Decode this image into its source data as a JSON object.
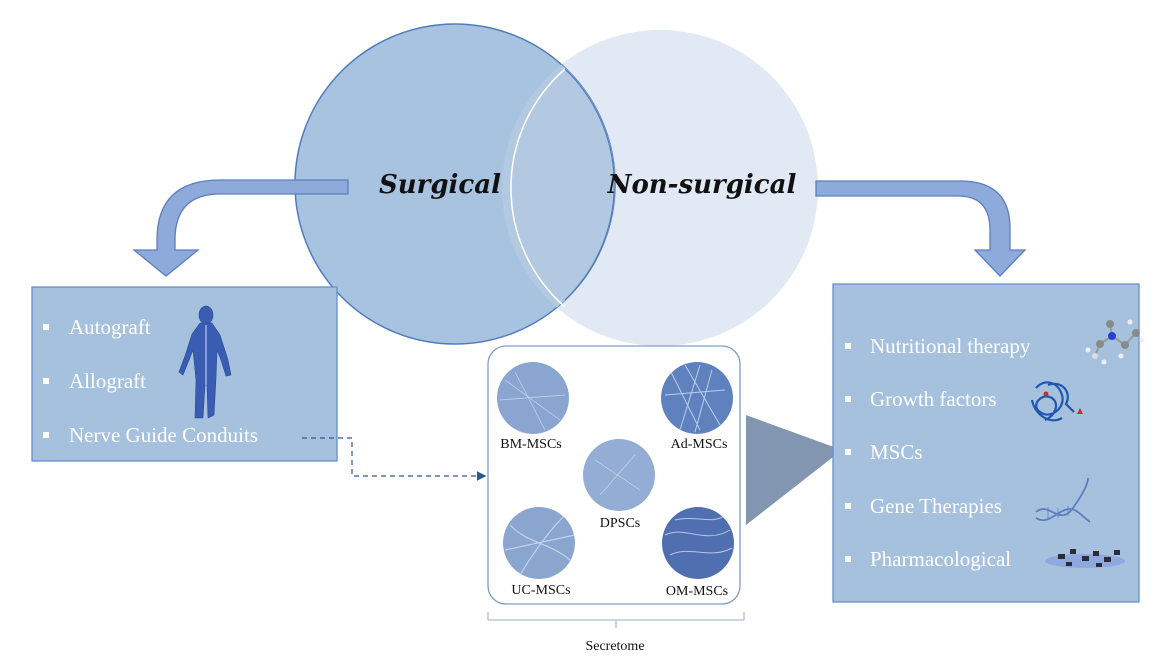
{
  "venn": {
    "left_label": "Surgical",
    "right_label": "Non-surgical"
  },
  "surgical_box": {
    "items": [
      "Autograft",
      "Allograft",
      "Nerve Guide Conduits"
    ],
    "icon": "human-nervous-system-icon"
  },
  "secretome_panel": {
    "cells": [
      {
        "label": "BM-MSCs"
      },
      {
        "label": "Ad-MSCs"
      },
      {
        "label": "DPSCs"
      },
      {
        "label": "UC-MSCs"
      },
      {
        "label": "OM-MSCs"
      }
    ],
    "caption": "Secretome"
  },
  "nonsurgical_box": {
    "items": [
      {
        "label": "Nutritional therapy",
        "icon": "molecule-icon"
      },
      {
        "label": "Growth factors",
        "icon": "protein-structure-icon"
      },
      {
        "label": "MSCs",
        "icon": ""
      },
      {
        "label": "Gene Therapies",
        "icon": "dna-icon"
      },
      {
        "label": "Pharmacological",
        "icon": "pills-icon"
      }
    ]
  },
  "colors": {
    "surgical_circle": "#a8c3df",
    "nonsurgical_circle": "#e1e9f4",
    "overlap": "#b3c9e1",
    "box_fill": "#a6c1de",
    "box_border": "#6a8fc9",
    "arrow_fill": "#8eaadb",
    "arrow_stroke": "#5a7fbf",
    "triangle": "#7b8fad",
    "dashed_line": "#2f5597"
  }
}
